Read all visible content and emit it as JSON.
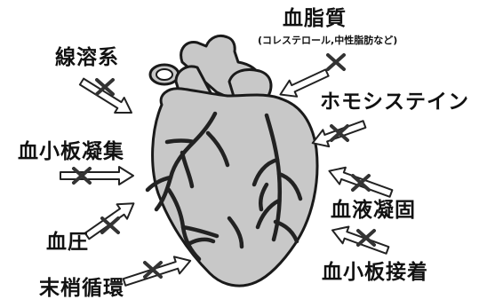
{
  "colors": {
    "heart_fill": "#c8c8c8",
    "heart_outline": "#1a1a1a",
    "vessel": "#222222",
    "arrow_fill": "#ffffff",
    "cross": "#333333"
  },
  "labels": {
    "lipids": "血脂質",
    "lipids_detail": "(コレステロール,中性脂肪など)",
    "fibrinolysis": "線溶系",
    "homocysteine": "ホモシステイン",
    "platelet_aggregation": "血小板凝集",
    "blood_coagulation": "血液凝固",
    "blood_pressure": "血圧",
    "platelet_adhesion": "血小板接着",
    "peripheral_circulation": "末梢循環"
  }
}
